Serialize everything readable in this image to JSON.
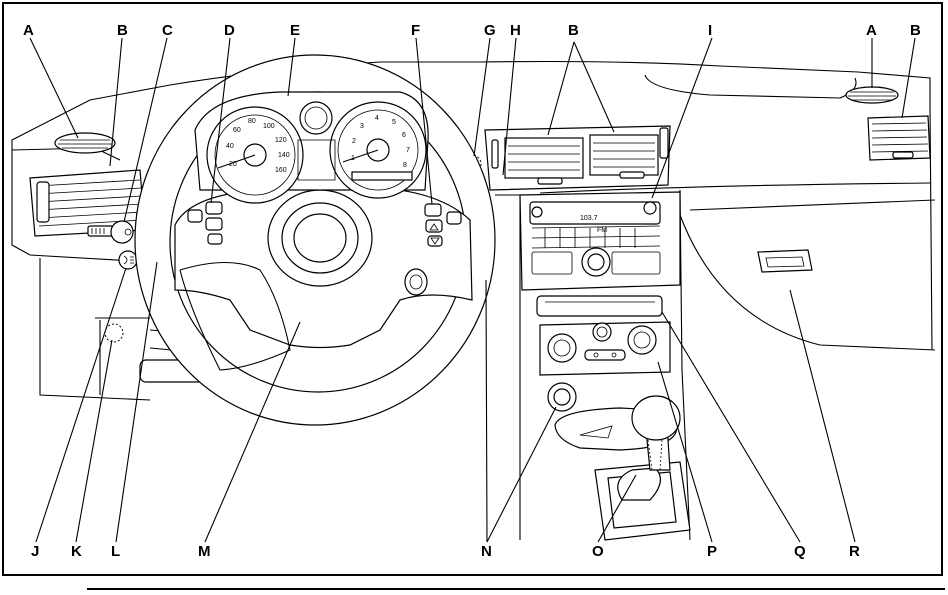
{
  "diagram": {
    "callouts_top": [
      "A",
      "B",
      "C",
      "D",
      "E",
      "F",
      "G",
      "H",
      "B",
      "I",
      "A",
      "B"
    ],
    "callouts_bottom": [
      "J",
      "K",
      "L",
      "M",
      "N",
      "O",
      "P",
      "Q",
      "R"
    ],
    "radio_display": "103.7",
    "radio_band": "FM",
    "speedometer_ticks": [
      "20",
      "40",
      "60",
      "80",
      "100",
      "120",
      "140",
      "160"
    ],
    "tachometer_ticks": [
      "1",
      "2",
      "3",
      "4",
      "5",
      "6",
      "7",
      "8"
    ],
    "colors": {
      "line": "#000000",
      "background": "#ffffff"
    }
  }
}
